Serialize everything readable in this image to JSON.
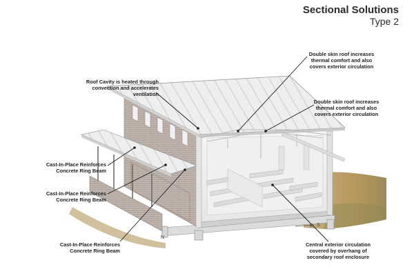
{
  "title": "Sectional Solutions",
  "subtitle": "Type 2",
  "annotations": {
    "roof_cavity": "Roof Cavity is heated through convection and accelerates ventilation",
    "double_skin_1": "Double skin roof increases thermal comfort and also covers exterior circulation",
    "double_skin_2": "Double skin roof increases thermal comfort and also covers exterior circulation",
    "ring_beam_1": "Cast-In-Place Reinforces Concrete Ring Beam",
    "ring_beam_2": "Cast-In-Place Reinforces Concrete Ring Beam",
    "ring_beam_3": "Cast-In-Place Reinforces Concrete Ring Beam",
    "central_circulation": "Central exterior circulation covered by overhang of secondary roof enclosure"
  },
  "orientation": {
    "south": "S",
    "north": "N"
  },
  "colors": {
    "brick": "#b5a9a1",
    "roof": "#e9e9e9",
    "ground": "#b89a67",
    "text": "#222222"
  }
}
